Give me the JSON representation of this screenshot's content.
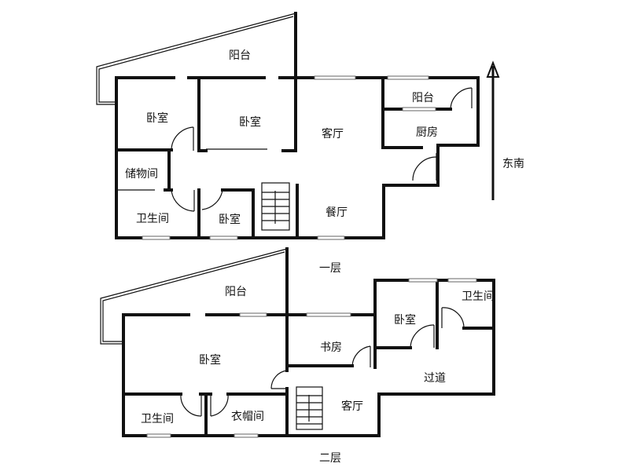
{
  "compass": {
    "label": "东南"
  },
  "floor1": {
    "title": "一层",
    "rooms": [
      "阳台",
      "卧室",
      "卧室",
      "客厅",
      "阳台",
      "厨房",
      "储物间",
      "卫生间",
      "卧室",
      "餐厅"
    ]
  },
  "floor2": {
    "title": "二层",
    "rooms": [
      "阳台",
      "卧室",
      "书房",
      "卧室",
      "卫生间",
      "过道",
      "客厅",
      "卫生间",
      "衣帽间"
    ]
  }
}
